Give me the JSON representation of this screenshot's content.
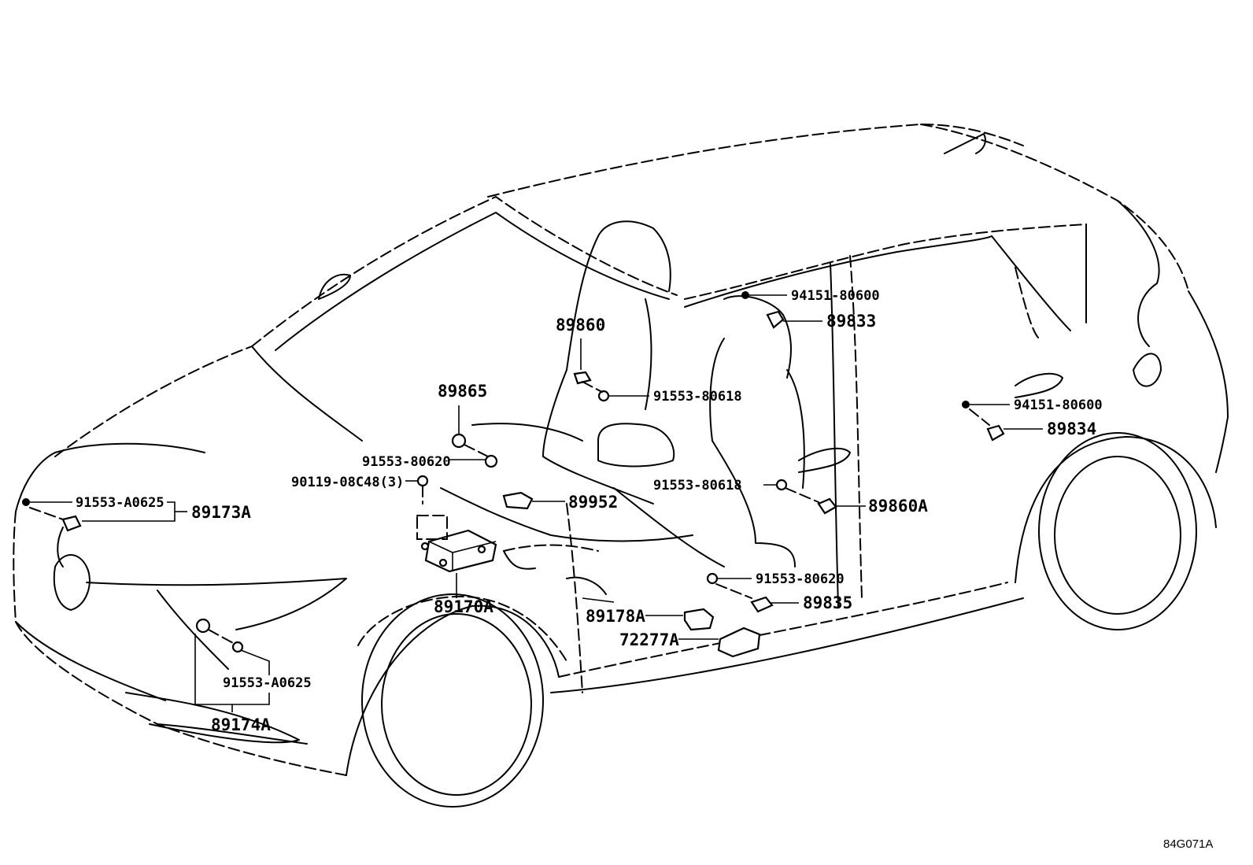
{
  "diagram": {
    "drawing_code": "84G071A",
    "labels": {
      "l_94151_80600_a": "94151-80600",
      "l_89833": "89833",
      "l_89860": "89860",
      "l_91553_80618_a": "91553-80618",
      "l_89865": "89865",
      "l_94151_80600_b": "94151-80600",
      "l_89834": "89834",
      "l_91553_80620_a": "91553-80620",
      "l_90119_08c48": "90119-08C48(3)",
      "l_91553_80618_b": "91553-80618",
      "l_89860a": "89860A",
      "l_91553_a0625_a": "91553-A0625",
      "l_89173a": "89173A",
      "l_89952": "89952",
      "l_91553_80620_b": "91553-80620",
      "l_89170a": "89170A",
      "l_89178a": "89178A",
      "l_89835": "89835",
      "l_72277a": "72277A",
      "l_91553_a0625_b": "91553-A0625",
      "l_89174a": "89174A"
    }
  }
}
